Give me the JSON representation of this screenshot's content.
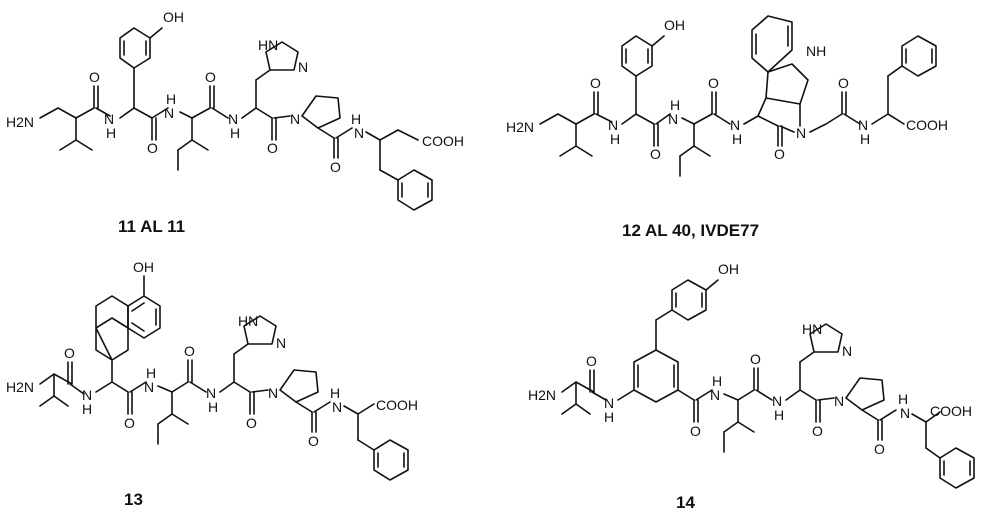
{
  "compounds": [
    {
      "id": "11",
      "caption": "11  AL 11",
      "labels": {
        "oh": "OH",
        "h2n": "H2N",
        "nh": "NH",
        "hn": "HN",
        "n": "N",
        "o": "O",
        "h": "H",
        "cooh": "COOH"
      }
    },
    {
      "id": "12",
      "caption": "12  AL 40, IVDE77",
      "labels": {
        "oh": "OH",
        "h2n": "H2N",
        "nh": "NH",
        "n": "N",
        "o": "O",
        "h": "H",
        "cooh": "COOH"
      }
    },
    {
      "id": "13",
      "caption": "13",
      "labels": {
        "oh": "OH",
        "h2n": "H2N",
        "hn": "HN",
        "n": "N",
        "o": "O",
        "h": "H",
        "cooh": "COOH"
      }
    },
    {
      "id": "14",
      "caption": "14",
      "labels": {
        "oh": "OH",
        "h2n": "H2N",
        "hn": "HN",
        "n": "N",
        "o": "O",
        "h": "H",
        "cooh": "COOH"
      }
    }
  ]
}
